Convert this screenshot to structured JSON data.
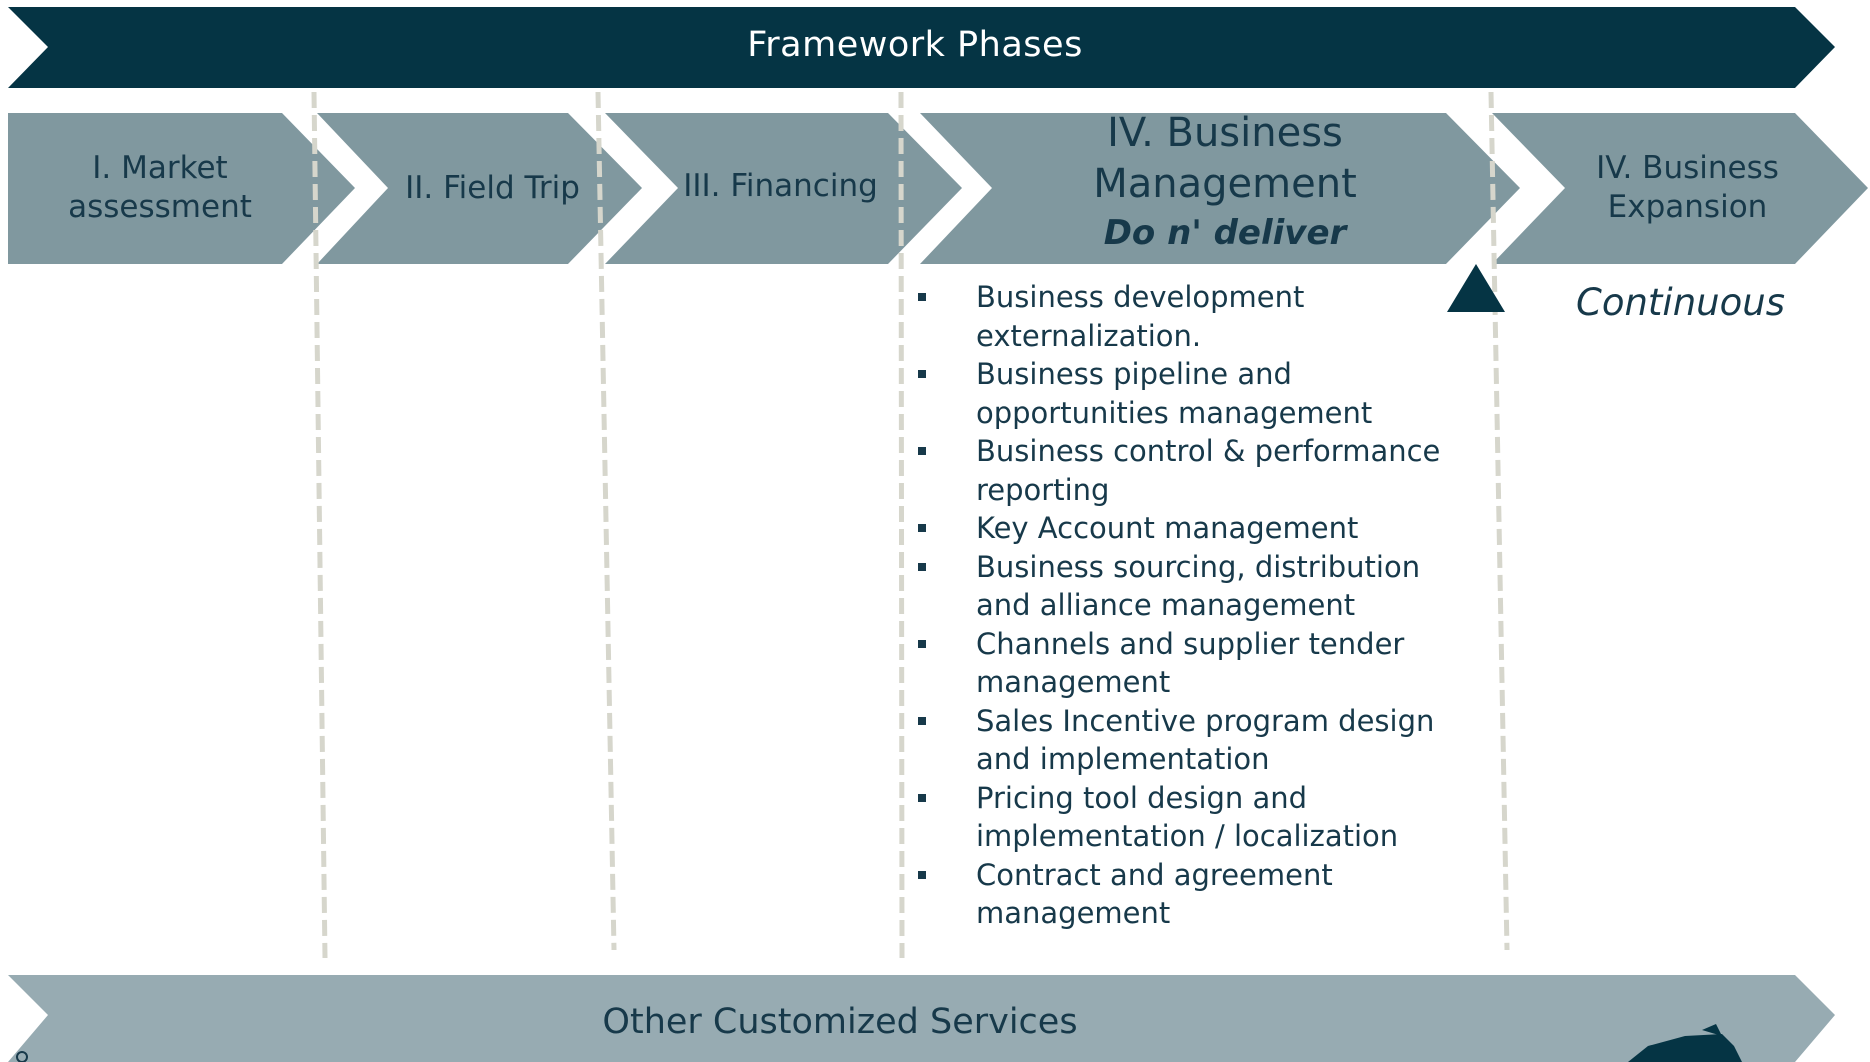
{
  "header": {
    "title": "Framework Phases"
  },
  "phases": [
    {
      "label": "I. Market assessment"
    },
    {
      "label": "II. Field Trip"
    },
    {
      "label": "III. Financing"
    },
    {
      "label": "IV. Business Management",
      "subtitle": "Do n' deliver"
    },
    {
      "label": "IV. Business Expansion",
      "note": "Continuous"
    }
  ],
  "business_management": {
    "activities": [
      "Business development externalization.",
      "Business pipeline and opportunities management",
      "Business control & performance reporting",
      "Key Account management",
      "Business sourcing, distribution and alliance management",
      "Channels and supplier tender management",
      "Sales Incentive program design and implementation",
      "Pricing tool design and implementation / localization",
      "Contract and agreement management"
    ]
  },
  "footer": {
    "title": "Other Customized Services"
  },
  "colors": {
    "banner": "#053444",
    "phase_chevron": "#80989f",
    "footer_bar": "#97abb2",
    "text_dark": "#17394a",
    "dashed_line": "#d6d6cc"
  }
}
